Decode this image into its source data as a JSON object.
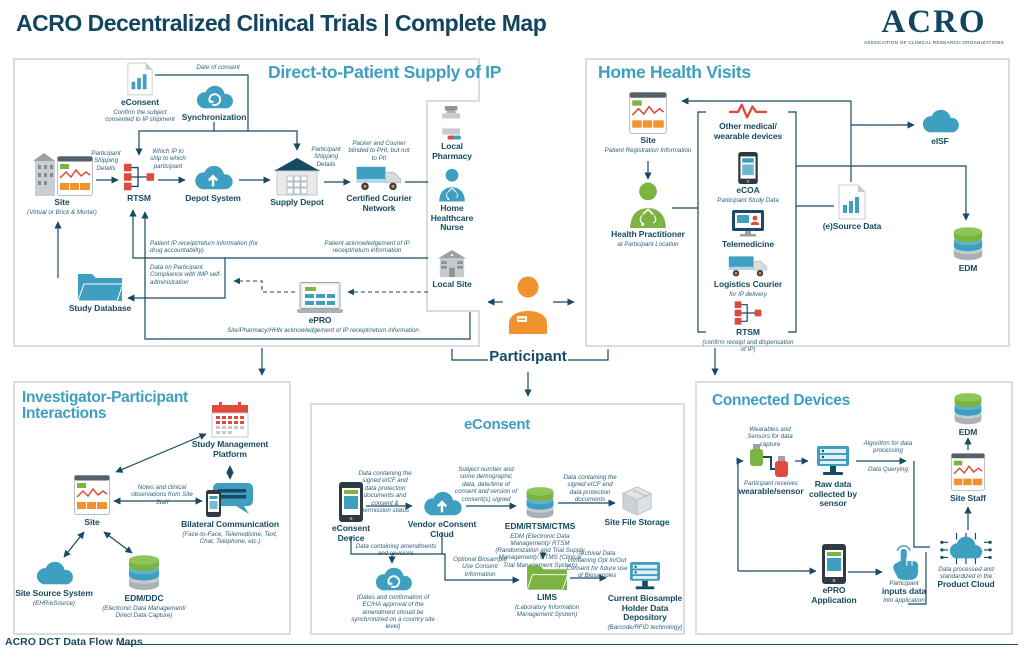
{
  "header": {
    "title": "ACRO Decentralized Clinical Trials | Complete Map",
    "logo_text": "ACRO",
    "logo_sub": "ASSOCIATION OF CLINICAL RESEARCH ORGANIZATIONS"
  },
  "footer": {
    "label": "ACRO DCT Data Flow Maps"
  },
  "participant": {
    "label": "Participant"
  },
  "colors": {
    "navy": "#174a63",
    "cyan": "#3e9fc0",
    "orange": "#f0932f",
    "red": "#e0493b",
    "green": "#7cb342"
  },
  "p1": {
    "title": "Direct-to-Patient Supply of IP",
    "nodes": {
      "econsent": {
        "label": "eConsent",
        "sub": "Confirm the subject consented to IP shipment"
      },
      "sync": {
        "label": "Synchronization"
      },
      "site": {
        "label": "Site",
        "sub": "(Virtual or Brick & Mortar)"
      },
      "rtsm": {
        "label": "RTSM"
      },
      "depot": {
        "label": "Depot System"
      },
      "supply": {
        "label": "Supply Depot"
      },
      "courier": {
        "label": "Certified Courier Network"
      },
      "pharmacy": {
        "label": "Local Pharmacy"
      },
      "nurse": {
        "label": "Home Healthcare Nurse"
      },
      "localsite": {
        "label": "Local Site"
      },
      "epro": {
        "label": "ePRO"
      },
      "studydb": {
        "label": "Study Database"
      }
    },
    "flows": {
      "date_consent": "Date of consent",
      "ship1": "Participant Shipping Details",
      "which_ip": "Which IP to ship to which participant",
      "ship2": "Participant Shipping Details",
      "packer": "Packer and Courier blinded to PHI, but not to PII",
      "receipt": "Patient IP receipt/return information (for drug accountability)",
      "ack": "Patient acknowledgement of IP receipt/return information",
      "compliance": "Data on Participant Compliance with IMP self-administration",
      "site_ack": "Site/Pharmacy/HHN acknowledgement of IP receipt/return information"
    }
  },
  "p2": {
    "title": "Home Health Visits",
    "nodes": {
      "site": {
        "label": "Site",
        "sub": "Patient Registration Information"
      },
      "practitioner": {
        "label": "Health Practitioner",
        "sub": "at Participant Location"
      },
      "devices": {
        "label": "Other medical/ wearable devices"
      },
      "ecoa": {
        "label": "eCOA",
        "sub": "Participant Study Data"
      },
      "telemedicine": {
        "label": "Telemedicine"
      },
      "courier": {
        "label": "Logistics Courier",
        "sub": "for IP delivery"
      },
      "rtsm": {
        "label": "RTSM",
        "sub": "(confirm receipt and dispensation of IP)"
      },
      "eisf": {
        "label": "eISF"
      },
      "esource": {
        "label": "(e)Source Data"
      },
      "edm": {
        "label": "EDM"
      }
    }
  },
  "p3": {
    "title": "Investigator-Participant Interactions",
    "nodes": {
      "smp": {
        "label": "Study Management Platform"
      },
      "site": {
        "label": "Site"
      },
      "bilateral": {
        "label": "Bilateral Communication",
        "sub": "(Face-to-Face, Telemedicine, Text, Chat, Telephone, etc.)"
      },
      "source": {
        "label": "Site Source System",
        "sub": "(EHR/eSource)"
      },
      "edmddc": {
        "label": "EDM/DDC",
        "sub": "(Electronic Data Management/ Direct Data Capture)"
      }
    },
    "flows": {
      "notes": "Notes and clinical observations from Site Staff"
    }
  },
  "p4": {
    "title": "eConsent",
    "nodes": {
      "device": {
        "label": "eConsent Device"
      },
      "vendor": {
        "label": "Vendor eConsent Cloud"
      },
      "edmrtsmctms": {
        "label": "EDM/RTSM/CTMS",
        "sub": "EDM (Electronic Data Management)/ RTSM (Randomization and Trial Supply Management)/ CTMS (Clinical Trial Management System)"
      },
      "storage": {
        "label": "Site File Storage"
      },
      "synccloud": {
        "sub": "(Dates and confirmation of EC/HA approval of the amendment should be synchronized on a country site level)"
      },
      "lims": {
        "label": "LIMS",
        "sub": "(Laboratory Information Management System)"
      },
      "depository": {
        "label": "Current Biosample Holder Data Depository",
        "sub": "(Barcode/RFID technology)"
      }
    },
    "flows": {
      "f1": "Data containing the signed eICF and data protection documents and consent & permission status",
      "f2": "Subject number and some demographic data, date/time of consent and version of consent(s) signed",
      "f3": "Data containing the signed eICF and data protection documents",
      "f4": "Data containing amendments and revisions",
      "f5": "Optional Biosample Use Consent Information",
      "f6": "Archival Data containing Opt In/Out Consent for future use of Biosamples"
    }
  },
  "p5": {
    "title": "Connected Devices",
    "nodes": {
      "wearable": {
        "pre": "Participant receives",
        "label": "wearable/sensor"
      },
      "rawdata": {
        "label": "Raw data collected by sensor"
      },
      "edm": {
        "label": "EDM"
      },
      "sitestaff": {
        "label": "Site Staff"
      },
      "eproapp": {
        "label": "ePRO Application"
      },
      "inputs": {
        "pre": "Participant",
        "label": "inputs data",
        "post": "into application"
      },
      "productcloud": {
        "pre": "Data processed and standardized in the",
        "label": "Product Cloud"
      }
    },
    "flows": {
      "wearables": "Wearables and Sensors for data capture",
      "algorithm": "Algorithm for data processing",
      "querying": "Data Querying"
    }
  }
}
